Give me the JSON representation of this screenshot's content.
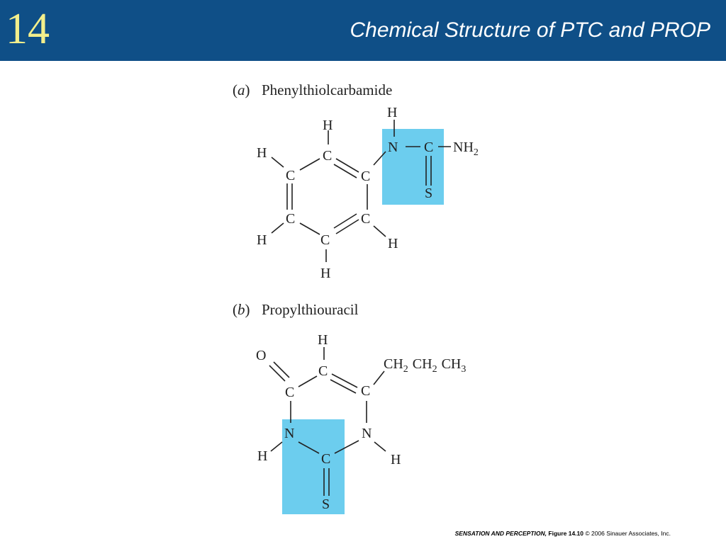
{
  "slide": {
    "chapter_number": "14",
    "title": "Chemical Structure of PTC and PROP"
  },
  "accent_colors": {
    "header": "#0f4f87",
    "chapter_number": "#f3ef8c",
    "highlight_box": "#6ccdee"
  },
  "figure": {
    "panel_a": {
      "tag": "a",
      "name": "Phenylthiolcarbamide",
      "atoms": {
        "H": "H",
        "C": "C",
        "N": "N",
        "S": "S",
        "NH": "NH",
        "NH_sub": "2"
      }
    },
    "panel_b": {
      "tag": "b",
      "name": "Propylthiouracil",
      "atoms": {
        "H": "H",
        "C": "C",
        "N": "N",
        "S": "S",
        "O": "O",
        "CH": "CH",
        "CH2_sub": "2",
        "CH3_sub": "3"
      }
    }
  },
  "credit": {
    "book": "SENSATION AND PERCEPTION,",
    "figure": "Figure 14.10",
    "copyright": "© 2006 Sinauer Associates, Inc."
  }
}
